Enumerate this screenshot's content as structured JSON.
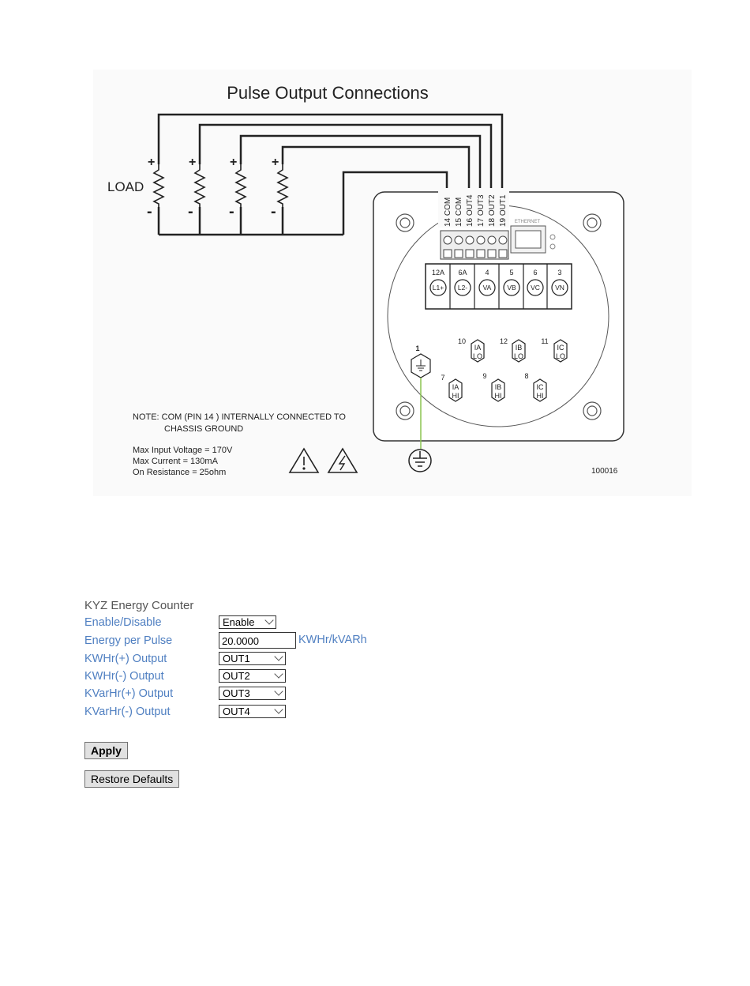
{
  "diagram": {
    "title": "Pulse Output Connections",
    "load_label": "LOAD",
    "plus": "+",
    "minus": "-",
    "pins": [
      "14 COM",
      "15 COM",
      "16 OUT4",
      "17 OUT3",
      "18 OUT2",
      "19 OUT1"
    ],
    "ethernet_label": "ETHERNET",
    "terminals": [
      {
        "num": "12A",
        "label": "L1+"
      },
      {
        "num": "6A",
        "label": "L2-"
      },
      {
        "num": "4",
        "label": "VA"
      },
      {
        "num": "5",
        "label": "VB"
      },
      {
        "num": "6",
        "label": "VC"
      },
      {
        "num": "3",
        "label": "VN"
      }
    ],
    "ct_top": [
      {
        "num": "10",
        "label1": "IA",
        "label2": "LO"
      },
      {
        "num": "12",
        "label1": "IB",
        "label2": "LO"
      },
      {
        "num": "11",
        "label1": "IC",
        "label2": "LO"
      }
    ],
    "ct_bottom": [
      {
        "num": "7",
        "label1": "IA",
        "label2": "HI"
      },
      {
        "num": "9",
        "label1": "IB",
        "label2": "HI"
      },
      {
        "num": "8",
        "label1": "IC",
        "label2": "HI"
      }
    ],
    "ground_pin": "1",
    "note_line1": "NOTE:  COM (PIN 14 ) INTERNALLY CONNECTED TO",
    "note_line2": "CHASSIS GROUND",
    "spec1": "Max Input Voltage = 170V",
    "spec2": "Max Current = 130mA",
    "spec3": "On Resistance = 25ohm",
    "figure_id": "100016"
  },
  "form": {
    "title": "KYZ Energy Counter",
    "enable_label": "Enable/Disable",
    "enable_value": "Enable",
    "energy_label": "Energy per Pulse",
    "energy_value": "20.0000",
    "energy_unit": "KWHr/kVARh",
    "kwhr_pos_label": "KWHr(+) Output",
    "kwhr_pos_value": "OUT1",
    "kwhr_neg_label": "KWHr(-) Output",
    "kwhr_neg_value": "OUT2",
    "kvarhr_pos_label": "KVarHr(+) Output",
    "kvarhr_pos_value": "OUT3",
    "kvarhr_neg_label": "KVarHr(-) Output",
    "kvarhr_neg_value": "OUT4",
    "apply_label": "Apply",
    "restore_label": "Restore Defaults"
  }
}
